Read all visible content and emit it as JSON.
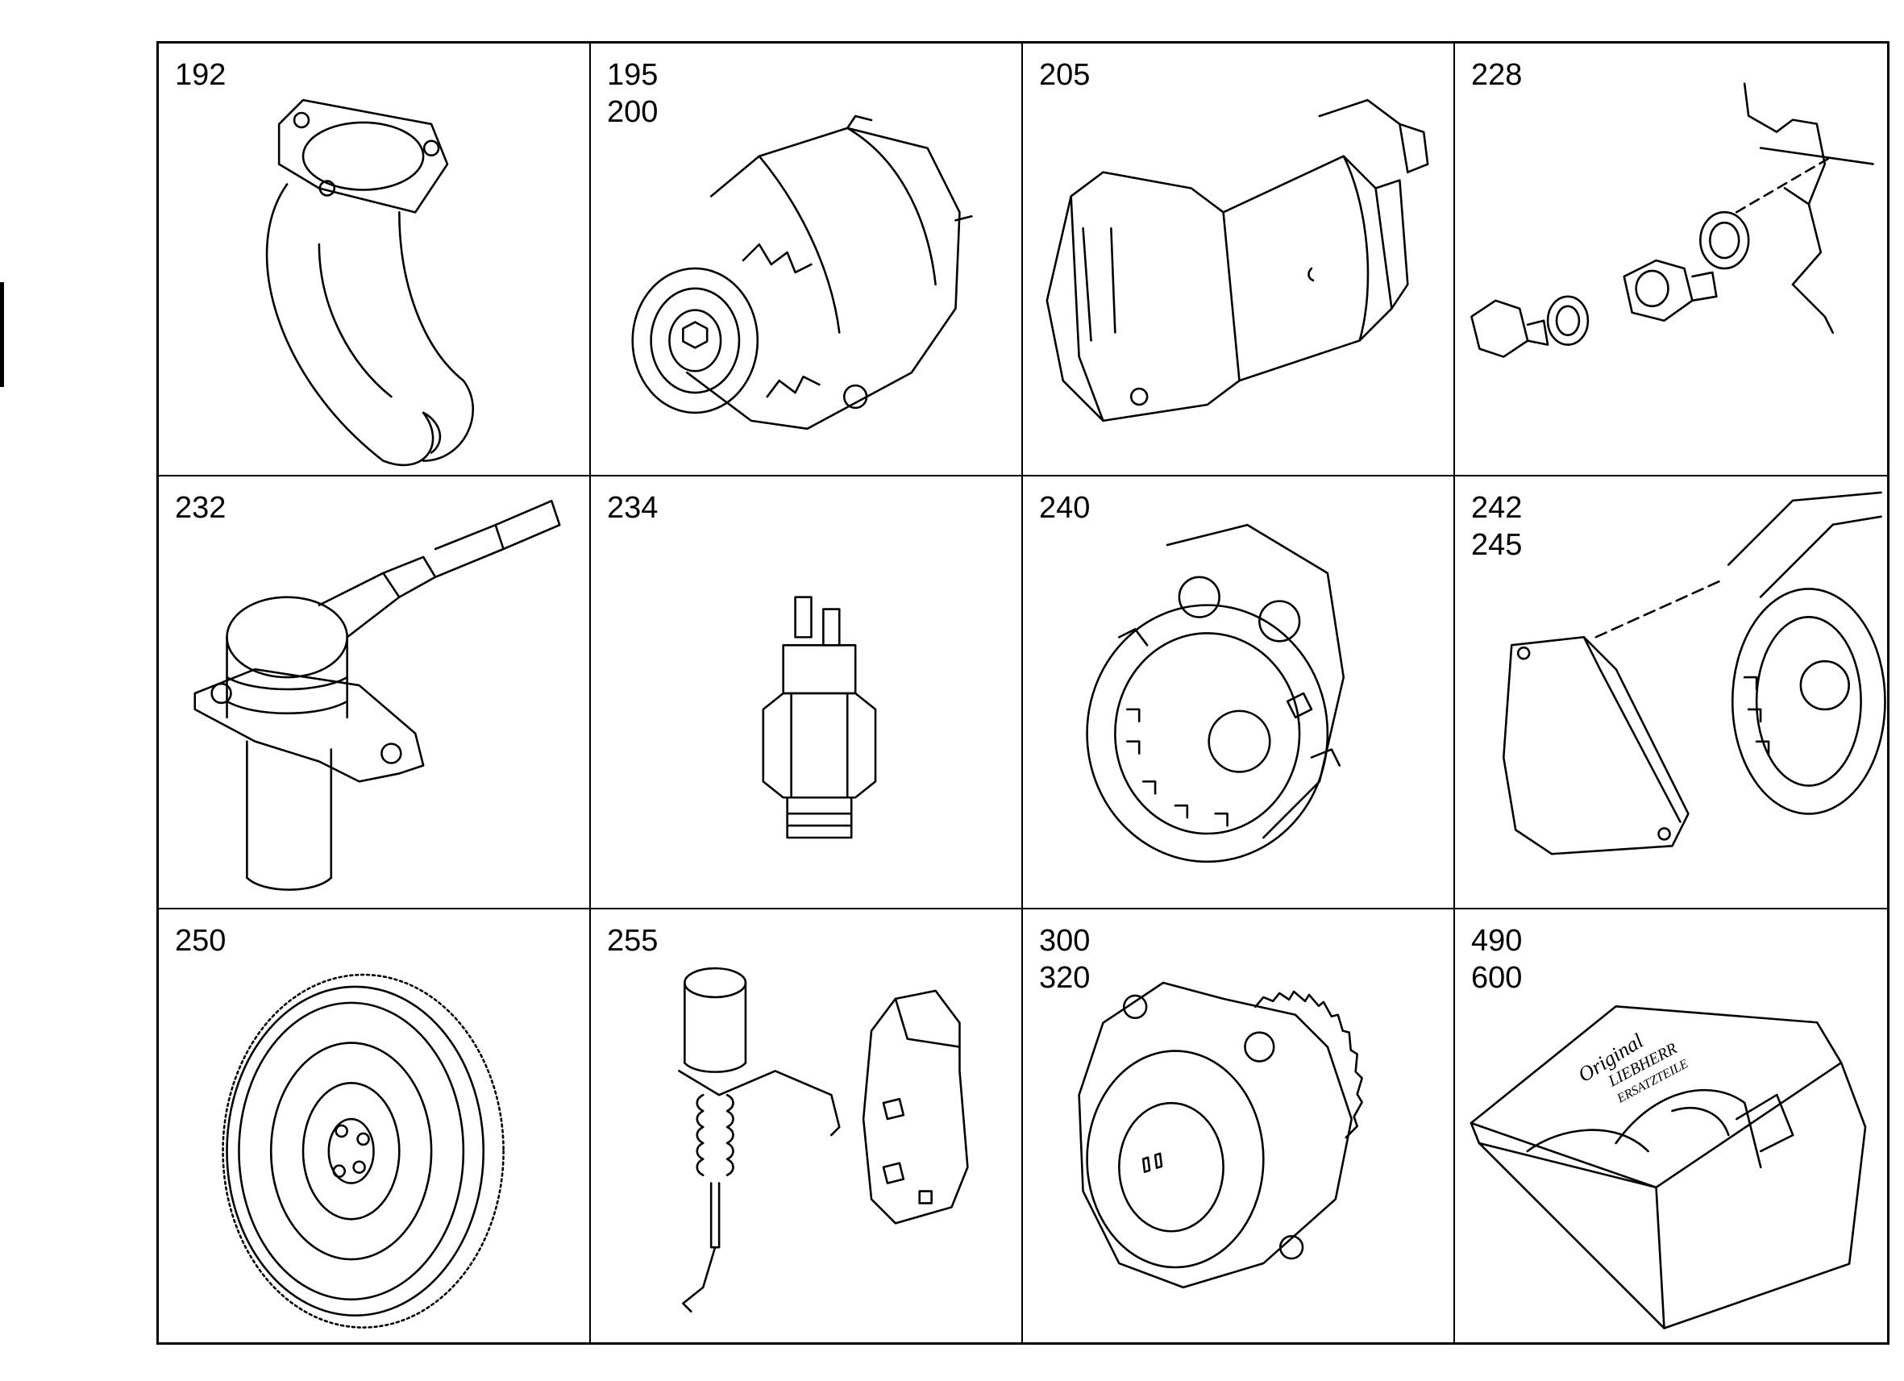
{
  "cells": [
    {
      "numbers": [
        "192"
      ],
      "icon": "exhaust-elbow-icon"
    },
    {
      "numbers": [
        "195",
        "200"
      ],
      "icon": "alternator-icon"
    },
    {
      "numbers": [
        "205"
      ],
      "icon": "starter-motor-icon"
    },
    {
      "numbers": [
        "228"
      ],
      "icon": "drain-plug-icon"
    },
    {
      "numbers": [
        "232"
      ],
      "icon": "speed-sensor-icon"
    },
    {
      "numbers": [
        "234"
      ],
      "icon": "temperature-switch-icon"
    },
    {
      "numbers": [
        "240"
      ],
      "icon": "rectifier-icon"
    },
    {
      "numbers": [
        "242",
        "245"
      ],
      "icon": "alternator-cover-icon"
    },
    {
      "numbers": [
        "250"
      ],
      "icon": "flywheel-icon"
    },
    {
      "numbers": [
        "255"
      ],
      "icon": "solenoid-icon"
    },
    {
      "numbers": [
        "300",
        "320"
      ],
      "icon": "gear-pump-icon"
    },
    {
      "numbers": [
        "490",
        "600"
      ],
      "icon": "spare-parts-box-icon"
    }
  ],
  "box_text": [
    "Original",
    "LIEBHERR",
    "ERSATZTEILE"
  ]
}
